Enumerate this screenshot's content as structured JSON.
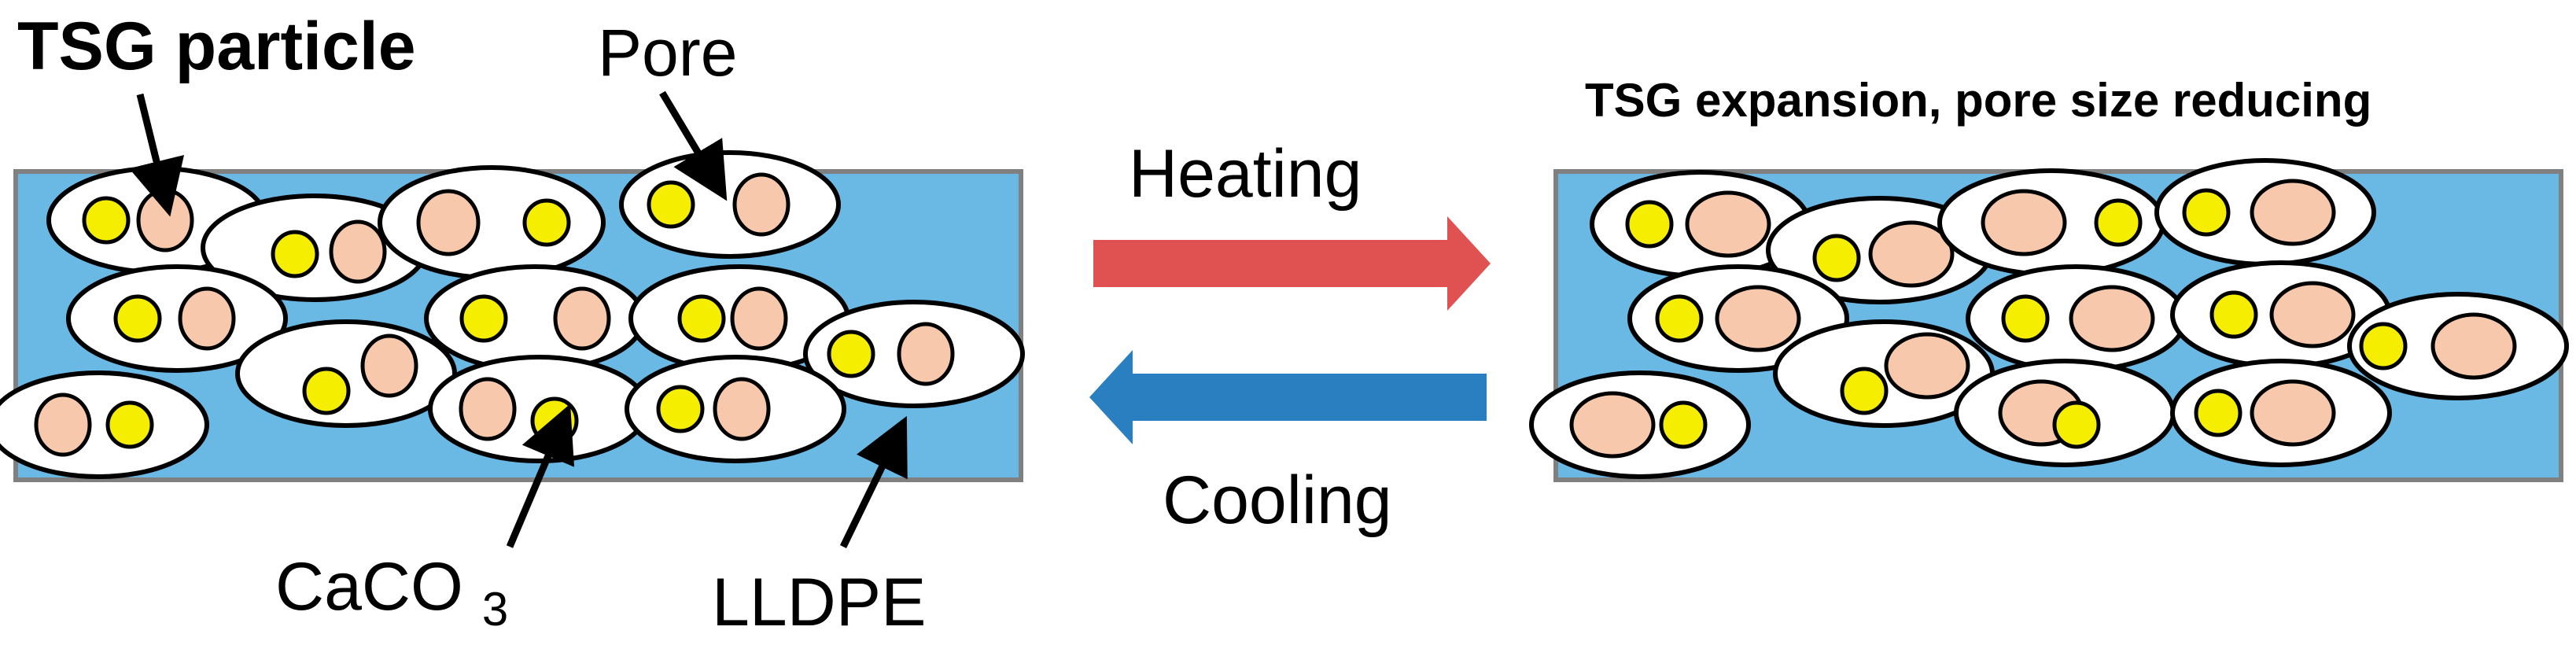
{
  "labels": {
    "tsg_particle": "TSG particle",
    "pore": "Pore",
    "caco3_main": "CaCO",
    "caco3_sub": "3",
    "lldpe": "LLDPE",
    "heating": "Heating",
    "cooling": "Cooling",
    "right_title": "TSG expansion, pore size reducing"
  },
  "colors": {
    "matrix": "#6ab8e4",
    "tsg_particle": "#f7c8ab",
    "caco3": "#f5ee00",
    "heating_arrow": "#e05252",
    "cooling_arrow": "#2a7fc1",
    "tsg_label": "#1e8a1e"
  }
}
